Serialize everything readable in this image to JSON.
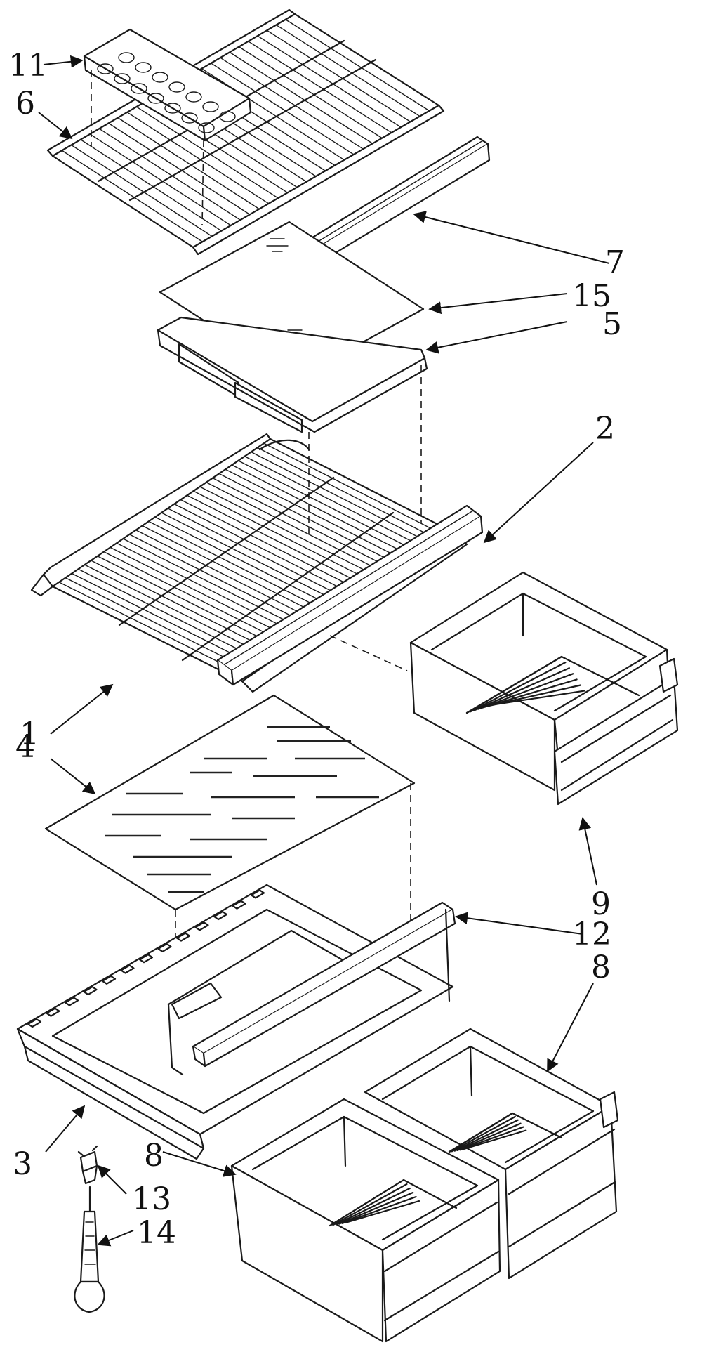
{
  "labels": {
    "p11": "11",
    "p6": "6",
    "p7": "7",
    "p15": "15",
    "p5": "5",
    "p2": "2",
    "p1": "1",
    "p4": "4",
    "p9": "9",
    "p12": "12",
    "p8a": "8",
    "p3": "3",
    "p8b": "8",
    "p13": "13",
    "p14": "14"
  }
}
